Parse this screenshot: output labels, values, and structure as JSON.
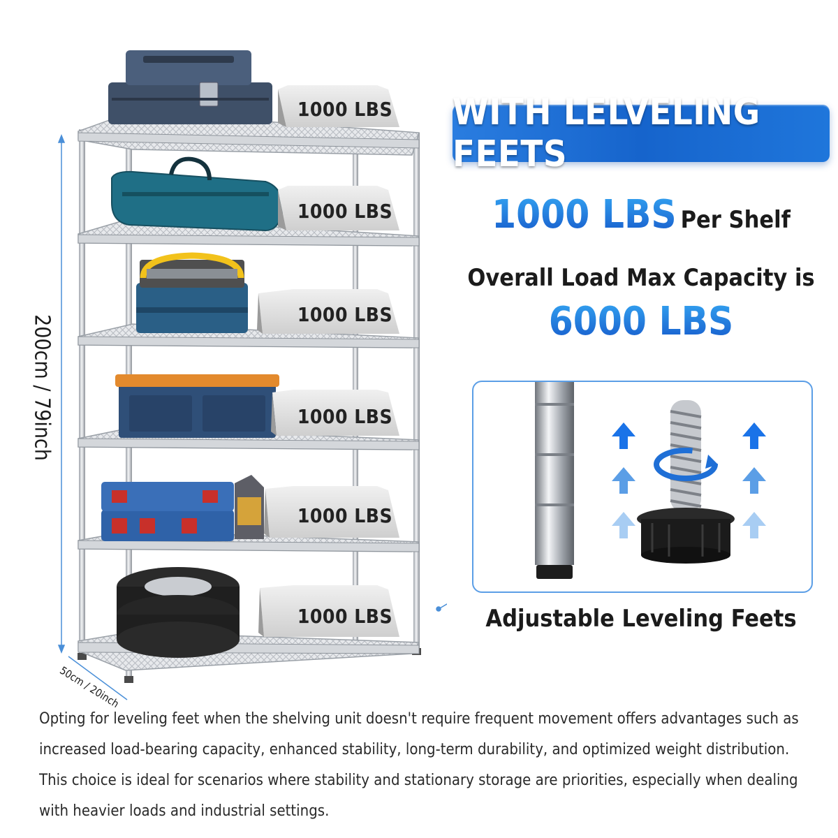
{
  "dimensions": {
    "height_label": "200cm / 79inch",
    "depth_label": "50cm / 20inch"
  },
  "shelves": [
    {
      "load_label": "1000 LBS",
      "item": "toolbox-case"
    },
    {
      "load_label": "1000 LBS",
      "item": "tool-bag"
    },
    {
      "load_label": "1000 LBS",
      "item": "tool-tote"
    },
    {
      "load_label": "1000 LBS",
      "item": "storage-tote"
    },
    {
      "load_label": "1000 LBS",
      "item": "tool-cases-and-oil"
    },
    {
      "load_label": "1000 LBS",
      "item": "tires"
    }
  ],
  "feature": {
    "banner_title": "WITH LELVELING FEETS",
    "per_shelf_value": "1000 LBS",
    "per_shelf_suffix": "Per Shelf",
    "capacity_text": "Overall Load Max Capacity is",
    "total_capacity": "6000 LBS",
    "feet_caption": "Adjustable Leveling Feets"
  },
  "description": "Opting for leveling feet when the shelving unit doesn't require frequent movement offers advantages such as increased load-bearing capacity, enhanced stability, long-term durability, and optimized weight distribution. This choice is ideal for scenarios where stability and stationary storage are priorities, especially when dealing with heavier loads and industrial settings.",
  "colors": {
    "accent_blue": "#1664cc",
    "light_blue": "#35a7f3",
    "chrome": "#c9ccd1",
    "text": "#1b1b1b"
  }
}
